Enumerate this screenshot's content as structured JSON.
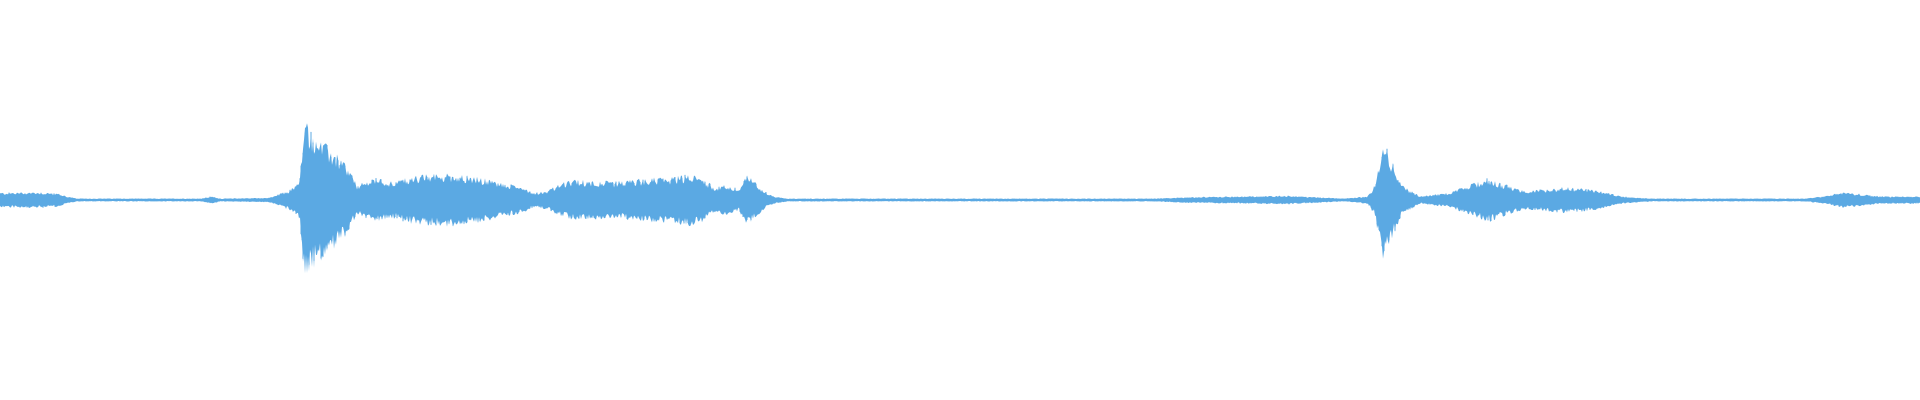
{
  "waveform": {
    "color": "#5ba9e3",
    "background": "#ffffff",
    "amplitude_envelope": [
      [
        0.0,
        0.02
      ],
      [
        0.02,
        0.022
      ],
      [
        0.03,
        0.018
      ],
      [
        0.035,
        0.01
      ],
      [
        0.04,
        0.004
      ],
      [
        0.105,
        0.004
      ],
      [
        0.11,
        0.01
      ],
      [
        0.115,
        0.004
      ],
      [
        0.14,
        0.006
      ],
      [
        0.15,
        0.025
      ],
      [
        0.156,
        0.05
      ],
      [
        0.158,
        0.19
      ],
      [
        0.16,
        0.21
      ],
      [
        0.165,
        0.17
      ],
      [
        0.172,
        0.14
      ],
      [
        0.18,
        0.1
      ],
      [
        0.186,
        0.04
      ],
      [
        0.195,
        0.06
      ],
      [
        0.205,
        0.05
      ],
      [
        0.215,
        0.065
      ],
      [
        0.225,
        0.07
      ],
      [
        0.235,
        0.072
      ],
      [
        0.245,
        0.065
      ],
      [
        0.255,
        0.055
      ],
      [
        0.262,
        0.045
      ],
      [
        0.27,
        0.04
      ],
      [
        0.278,
        0.02
      ],
      [
        0.285,
        0.025
      ],
      [
        0.292,
        0.045
      ],
      [
        0.3,
        0.055
      ],
      [
        0.31,
        0.052
      ],
      [
        0.32,
        0.05
      ],
      [
        0.33,
        0.055
      ],
      [
        0.34,
        0.06
      ],
      [
        0.35,
        0.062
      ],
      [
        0.36,
        0.07
      ],
      [
        0.366,
        0.06
      ],
      [
        0.372,
        0.035
      ],
      [
        0.378,
        0.04
      ],
      [
        0.385,
        0.03
      ],
      [
        0.389,
        0.07
      ],
      [
        0.393,
        0.05
      ],
      [
        0.398,
        0.025
      ],
      [
        0.403,
        0.01
      ],
      [
        0.41,
        0.004
      ],
      [
        0.6,
        0.004
      ],
      [
        0.62,
        0.008
      ],
      [
        0.65,
        0.01
      ],
      [
        0.67,
        0.012
      ],
      [
        0.685,
        0.008
      ],
      [
        0.7,
        0.004
      ],
      [
        0.712,
        0.01
      ],
      [
        0.716,
        0.04
      ],
      [
        0.72,
        0.16
      ],
      [
        0.724,
        0.12
      ],
      [
        0.73,
        0.04
      ],
      [
        0.74,
        0.01
      ],
      [
        0.755,
        0.02
      ],
      [
        0.765,
        0.04
      ],
      [
        0.775,
        0.06
      ],
      [
        0.785,
        0.04
      ],
      [
        0.795,
        0.025
      ],
      [
        0.805,
        0.03
      ],
      [
        0.815,
        0.035
      ],
      [
        0.828,
        0.03
      ],
      [
        0.845,
        0.01
      ],
      [
        0.86,
        0.004
      ],
      [
        0.94,
        0.004
      ],
      [
        0.95,
        0.01
      ],
      [
        0.96,
        0.022
      ],
      [
        0.97,
        0.015
      ],
      [
        0.98,
        0.01
      ],
      [
        0.99,
        0.01
      ],
      [
        1.0,
        0.01
      ]
    ]
  }
}
